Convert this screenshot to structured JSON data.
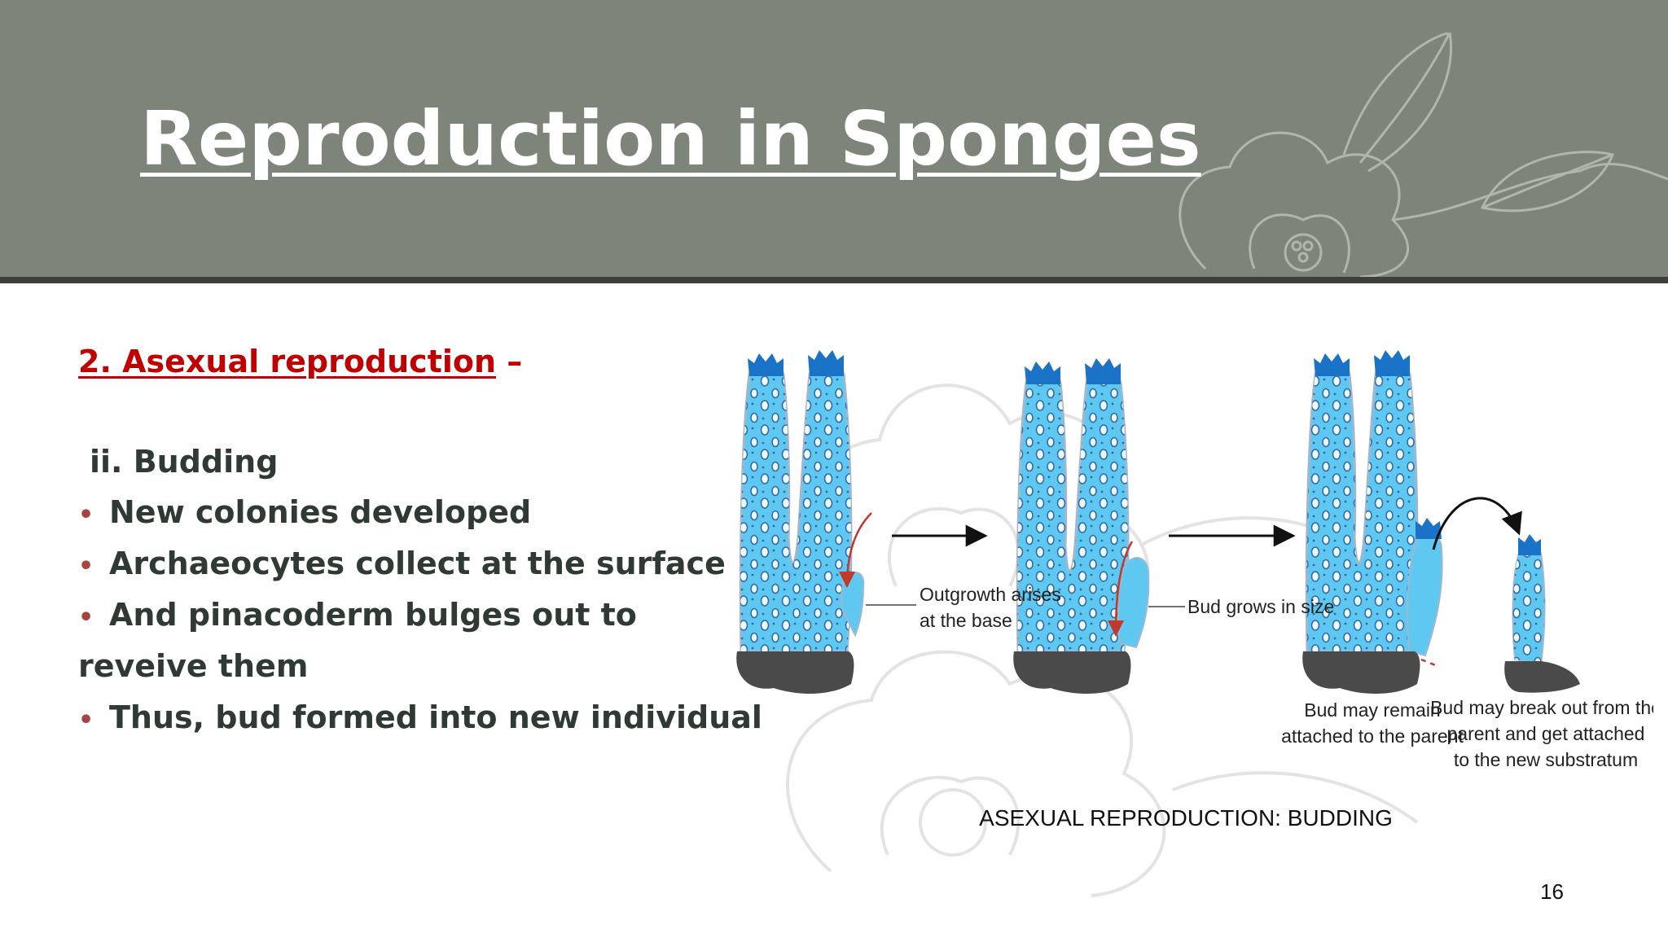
{
  "slide": {
    "title": "Reproduction in Sponges",
    "page_number": "16"
  },
  "content": {
    "heading": "2. Asexual reproduction",
    "heading_dash": " –",
    "subheading": "ii. Budding",
    "bullet_glyph": "•",
    "bullets": [
      "New colonies developed",
      "Archaeocytes collect at the surface",
      "And pinacoderm bulges out to",
      "Thus, bud formed into new individual"
    ],
    "bullet_3_wrap": "reveive them"
  },
  "diagram": {
    "labels": {
      "outgrowth_1": "Outgrowth arises",
      "outgrowth_2": "at the base",
      "bud_grows": "Bud grows in size",
      "remain_1": "Bud may remain",
      "remain_2": "attached to the parent",
      "breakout_1": "Bud may break out from the",
      "breakout_2": "parent and get attached",
      "breakout_3": "to the new substratum"
    },
    "caption": "ASEXUAL REPRODUCTION: BUDDING",
    "colors": {
      "sponge_body": "#5ec8f0",
      "sponge_outline": "#9fb7cf",
      "osculum_top": "#1a73c6",
      "base_rock": "#4a4a4a",
      "arrow_red": "#c0392b"
    }
  },
  "theme": {
    "header_bg": "#7d857a",
    "header_line": "#3c3f3b",
    "heading_red": "#c00000",
    "body_text": "#2f3a34",
    "bullet_dot": "#a7433f"
  }
}
